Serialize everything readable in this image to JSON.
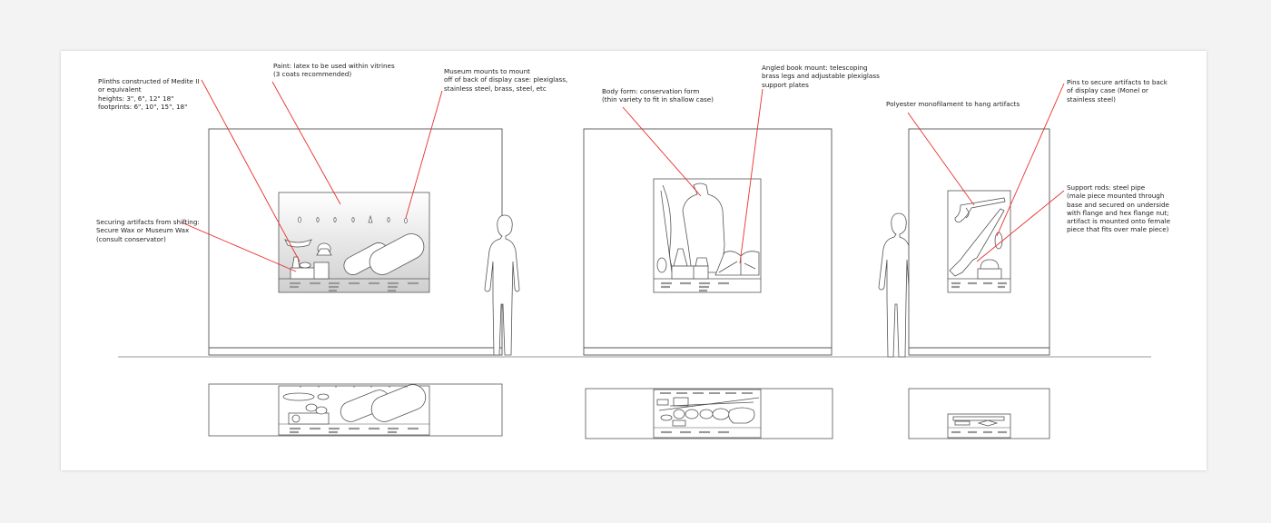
{
  "annotations": {
    "plinths": "Plinths constructed of Medite II\nor equivalent\nheights: 3\", 6\", 12\" 18\"\nfootprints: 6\", 10\", 15\", 18\"",
    "paint": "Paint: latex to be used within vitrines\n(3 coats recommended)",
    "museum_mounts": "Museum mounts to mount\noff of back of display case: plexiglass,\nstainless steel, brass, steel, etc",
    "securing": "Securing artifacts from shifting:\nSecure Wax or Museum Wax\n(consult conservator)",
    "body_form": "Body form: conservation form\n(thin variety to fit in shallow case)",
    "book_mount": "Angled book mount: telescoping\nbrass legs and adjustable plexiglass\nsupport plates",
    "monofilament": "Polyester monofilament to hang artifacts",
    "pins": "Pins to secure artifacts to back\nof display case (Monel or\nstainless steel)",
    "support_rods": "Support rods: steel pipe\n(male piece mounted through\nbase and secured on underside\nwith flange and hex flange nut;\nartifact is mounted onto female\npiece that fits over male piece)"
  },
  "colors": {
    "sheet": "#ffffff",
    "line": "#555555",
    "leader": "#e8302c",
    "text": "#222222"
  }
}
